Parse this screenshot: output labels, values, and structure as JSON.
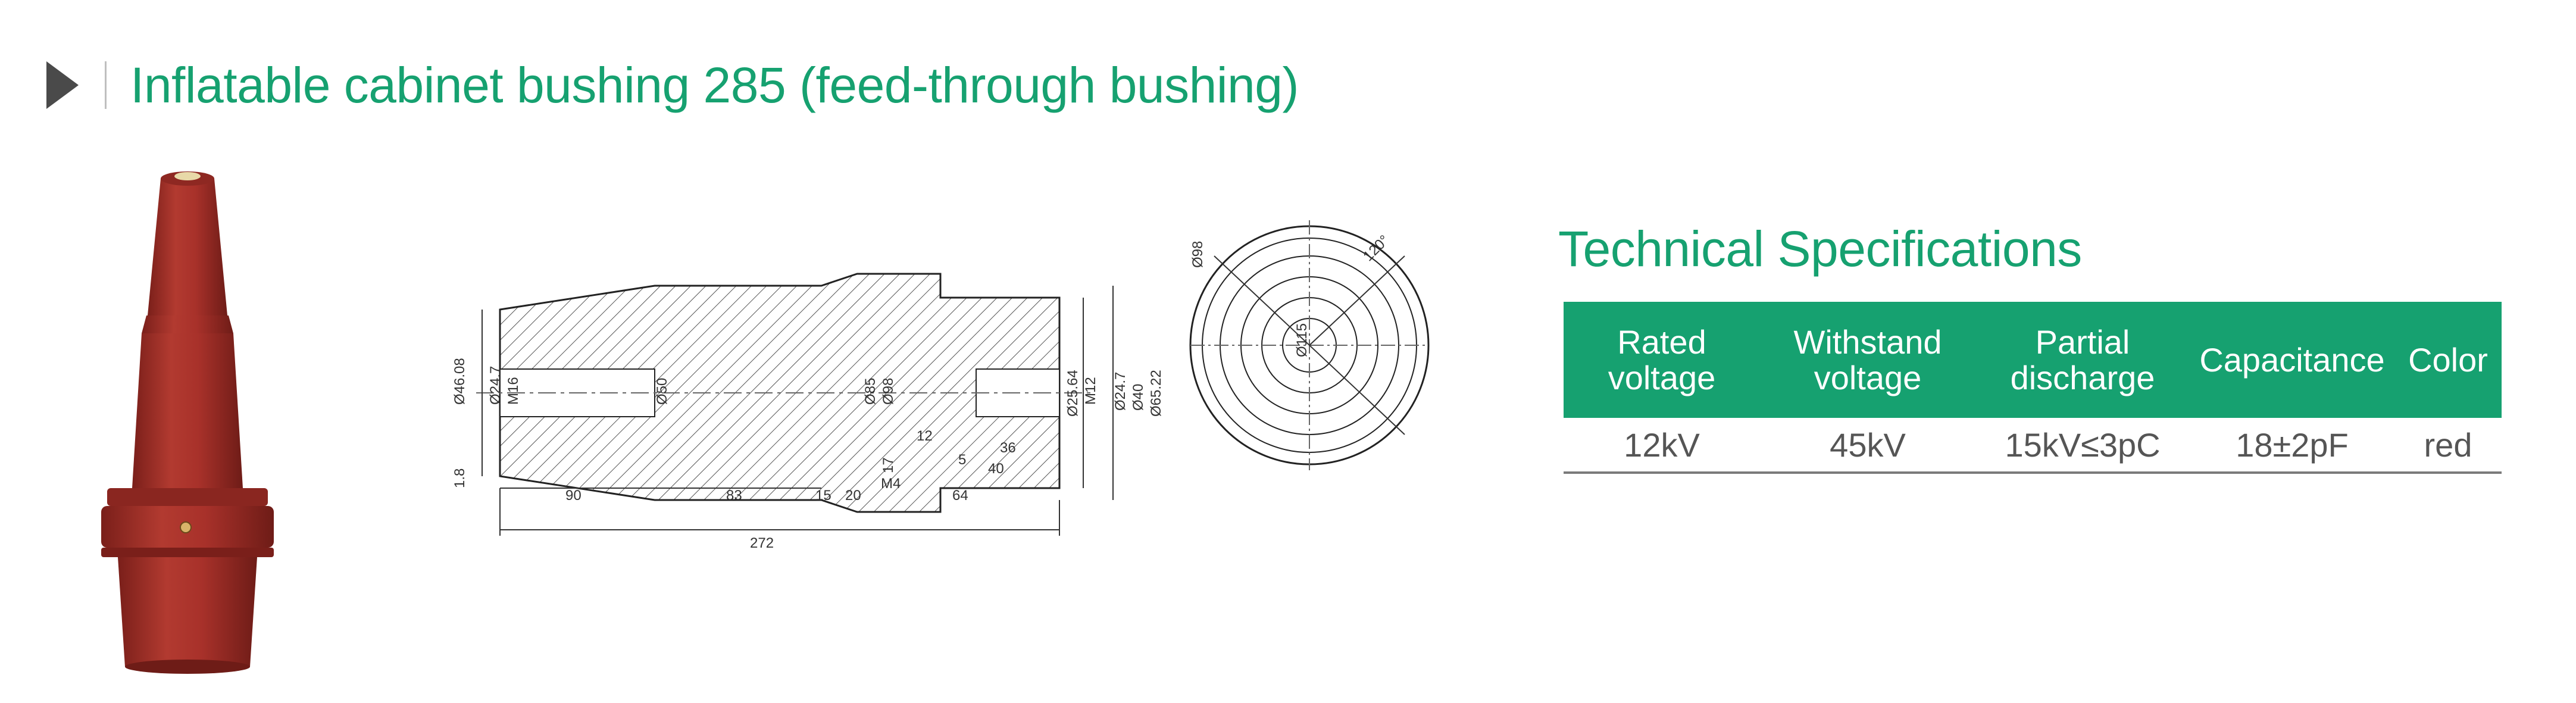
{
  "title": "Inflatable cabinet bushing 285 (feed-through bushing)",
  "colors": {
    "accent": "#16a170",
    "product": "#a8312a",
    "icon": "#4a4a4a"
  },
  "icons": {
    "title_marker": "play-triangle-icon"
  },
  "drawing_side": {
    "left_diameters": [
      "Ø46.08",
      "Ø24.7",
      "M16"
    ],
    "center_diameters": [
      "Ø50",
      "Ø85",
      "Ø98"
    ],
    "right_diameters": [
      "Ø25.64",
      "M12",
      "Ø24.7",
      "Ø40",
      "Ø65.22"
    ],
    "lengths": [
      "1.8",
      "90",
      "83",
      "15",
      "20",
      "64",
      "272",
      "36",
      "40",
      "5",
      "12",
      "17",
      "M4"
    ]
  },
  "drawing_end": {
    "labels": [
      "Ø98",
      "120°",
      "Ø115"
    ]
  },
  "specs": {
    "heading": "Technical Specifications",
    "headers": [
      "Rated voltage",
      "Withstand voltage",
      "Partial discharge",
      "Capacitance",
      "Color"
    ],
    "row": [
      "12kV",
      "45kV",
      "15kV≤3pC",
      "18±2pF",
      "red"
    ]
  }
}
